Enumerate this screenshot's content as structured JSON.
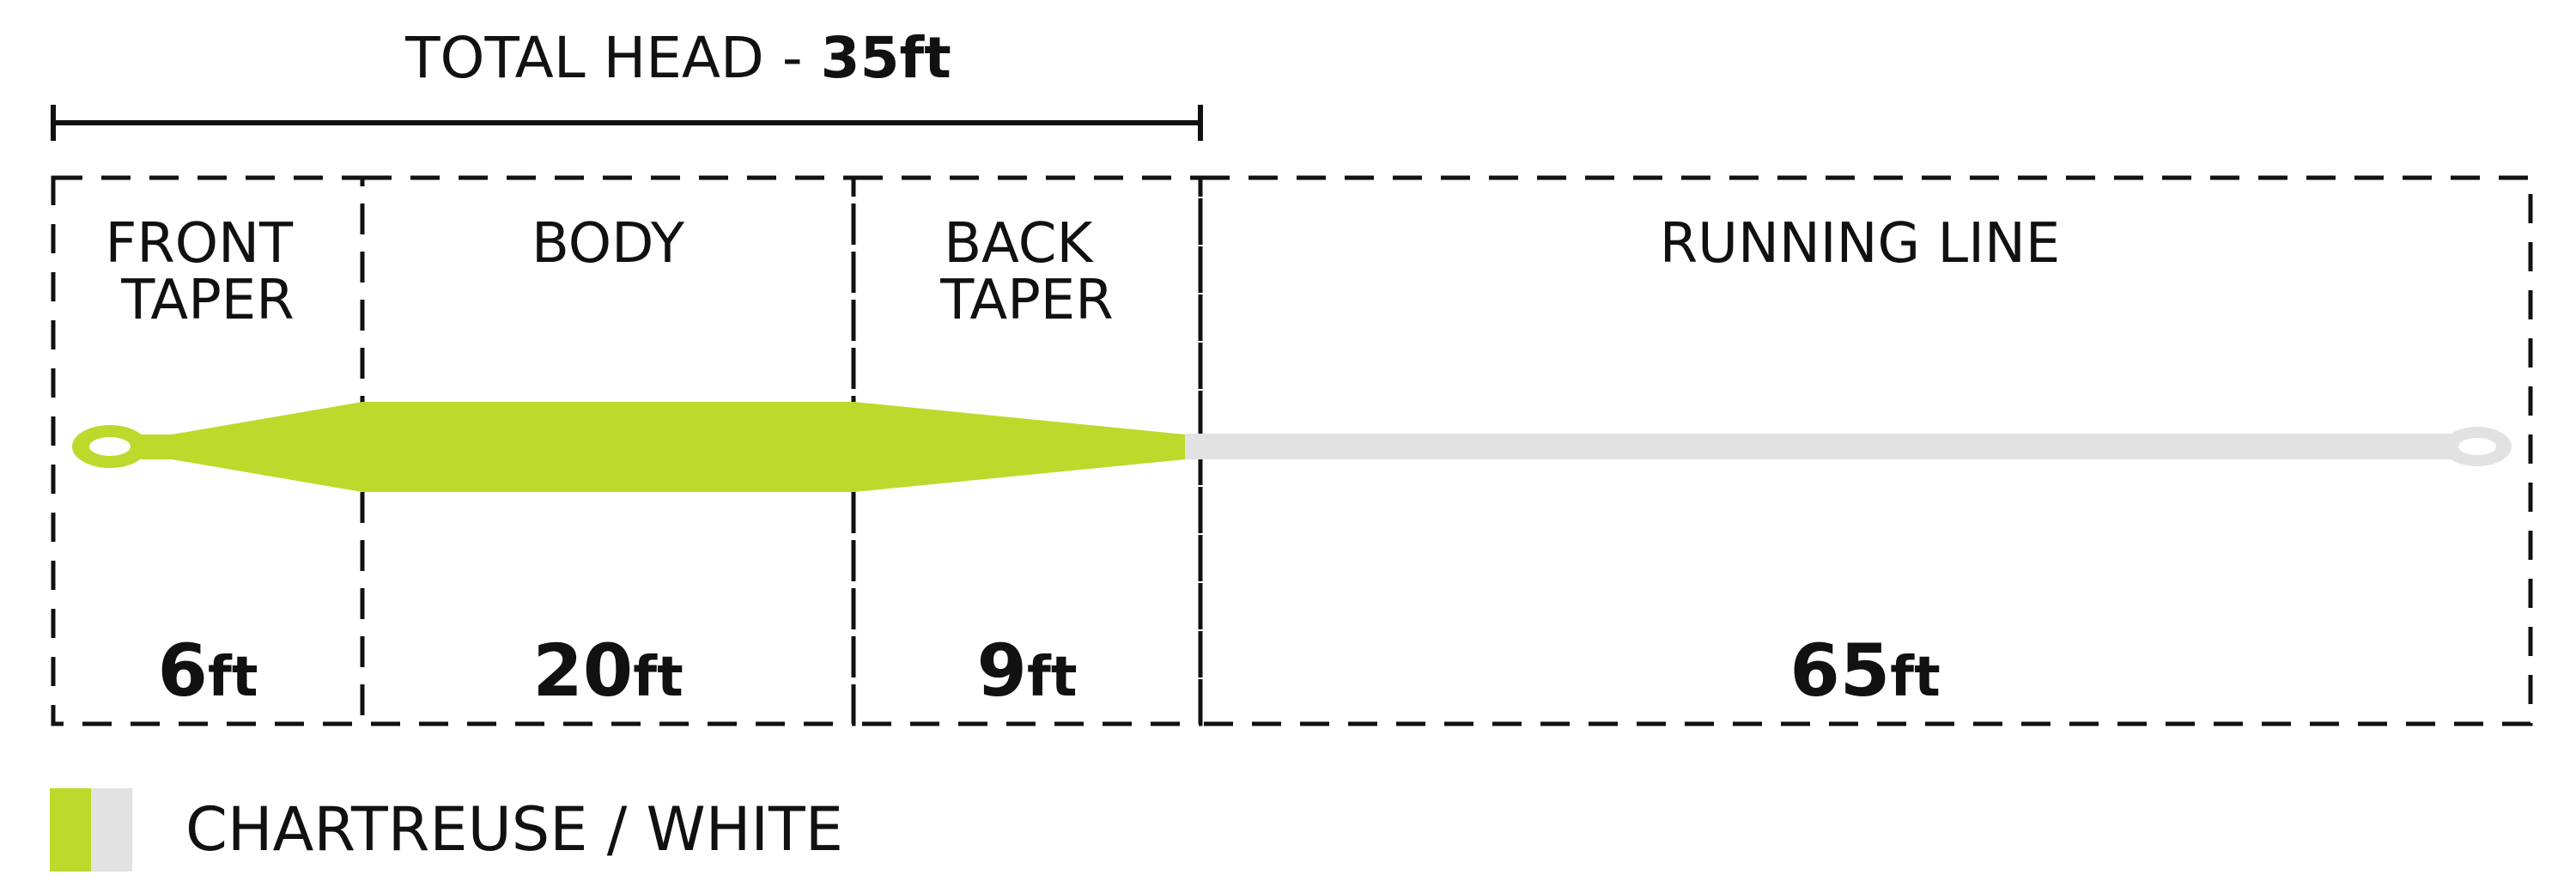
{
  "total_head": {
    "label": "TOTAL HEAD - ",
    "value": "35",
    "unit": "ft"
  },
  "segments": [
    {
      "name_line1": "FRONT",
      "name_line2": "TAPER",
      "length": "6",
      "unit": "ft"
    },
    {
      "name_line1": "BODY",
      "name_line2": "",
      "length": "20",
      "unit": "ft"
    },
    {
      "name_line1": "BACK",
      "name_line2": "TAPER",
      "length": "9",
      "unit": "ft"
    },
    {
      "name_line1": "RUNNING LINE",
      "name_line2": "",
      "length": "65",
      "unit": "ft"
    }
  ],
  "legend": {
    "label": "CHARTREUSE / WHITE"
  },
  "colors": {
    "chartreuse": "#bdd92b",
    "white_line": "#e2e2e2",
    "ink": "#111111"
  }
}
